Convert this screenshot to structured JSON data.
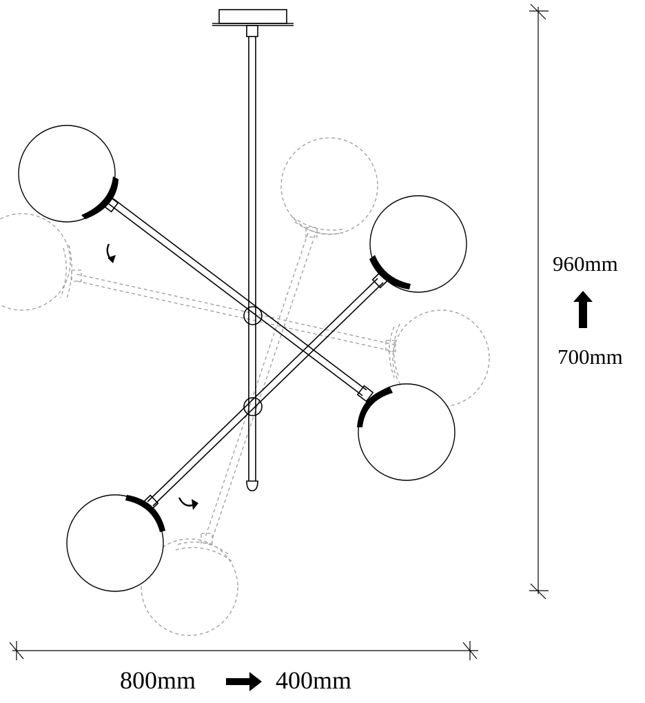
{
  "dimensions": {
    "height_max": "960mm",
    "height_min": "700mm",
    "width_max": "800mm",
    "width_min": "400mm"
  },
  "colors": {
    "line": "#000000",
    "ghost": "#9a9a9a",
    "background": "#ffffff"
  },
  "icons": {
    "height_change": "arrow-up-icon",
    "width_change": "arrow-right-icon",
    "rotation": "rotate-arrow-icon"
  }
}
